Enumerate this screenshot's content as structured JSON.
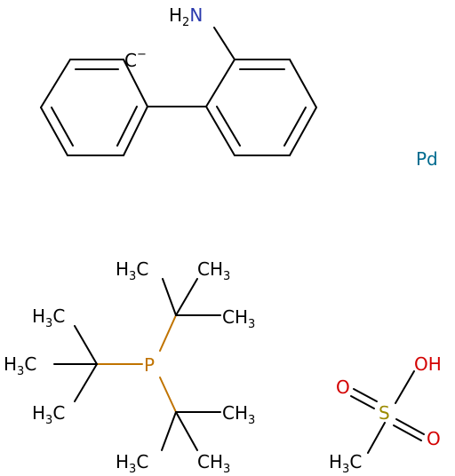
{
  "colors": {
    "carbon": "#000000",
    "nitrogen": "#2a39ad",
    "phosphorus": "#c07300",
    "sulfur": "#9b8a00",
    "oxygen": "#d30000",
    "palladium": "#006b8f"
  },
  "labels": {
    "amine_H": "H",
    "amine_sub": "2",
    "amine_N": "N",
    "carbanion_C": "C",
    "carbanion_charge": "−",
    "palladium": "Pd",
    "phosphorus": "P",
    "sulfur": "S",
    "oxygen": "O",
    "hydroxyl": "OH",
    "methyl_H": "H",
    "methyl_sub": "3",
    "methyl_C": "C",
    "methyl_CH": "CH",
    "methyl_CH_sub": "3"
  }
}
